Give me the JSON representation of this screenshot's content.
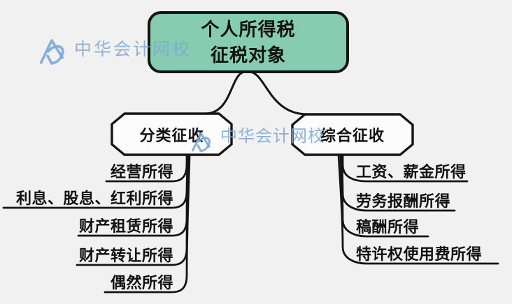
{
  "root": {
    "line1": "个人所得税",
    "line2": "征税对象"
  },
  "branches": [
    {
      "label": "分类征收",
      "children": [
        "经营所得",
        "利息、股息、红利所得",
        "财产租赁所得",
        "财产转让所得",
        "偶然所得"
      ]
    },
    {
      "label": "综合征收",
      "children": [
        "工资、薪金所得",
        "劳务报酬所得",
        "稿酬所得",
        "特许权使用费所得"
      ]
    }
  ],
  "watermark": {
    "text": "中华会计网校",
    "logo": "seal-logo"
  },
  "colors": {
    "root_fill": "#85ccb0",
    "stroke": "#141414",
    "watermark_blue": "#7da8d7",
    "background": "#f0f1f0"
  }
}
